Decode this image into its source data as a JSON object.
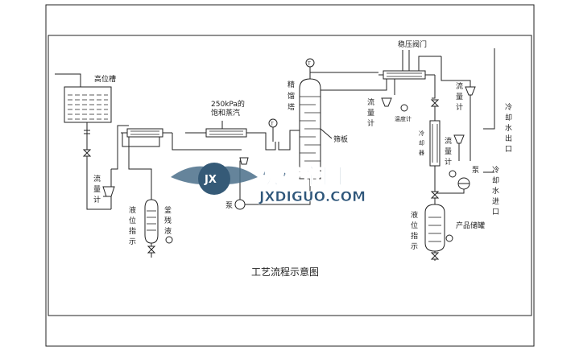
{
  "diagram": {
    "title": "工艺流程示意图",
    "labels": {
      "high_tank": "高位槽",
      "flow_meter_left": "流量计",
      "level_indicator_left": "液位指示",
      "kettle_residue": "釜残液",
      "steam": "250kPa的饱和蒸汽",
      "tower_label": "精馏塔",
      "sieve_plate": "筛板",
      "pump_left": "泵",
      "pressure_valve": "稳压阀门",
      "flow_meter_mid": "流量计",
      "thermometer": "温度计",
      "cooler": "冷却器",
      "flow_meter_right": "流量计",
      "flow_meter_top_right": "流量计",
      "pump_right": "泵",
      "cooling_water_out": "冷却水出口",
      "cooling_water_in": "冷却水进口",
      "level_indicator_right": "液位指示",
      "product_tank": "产品储罐",
      "gauge_mark": "T"
    },
    "watermark": {
      "cn": "机械帝国",
      "en": "JXDIGUO.COM",
      "logo": "JX"
    }
  }
}
